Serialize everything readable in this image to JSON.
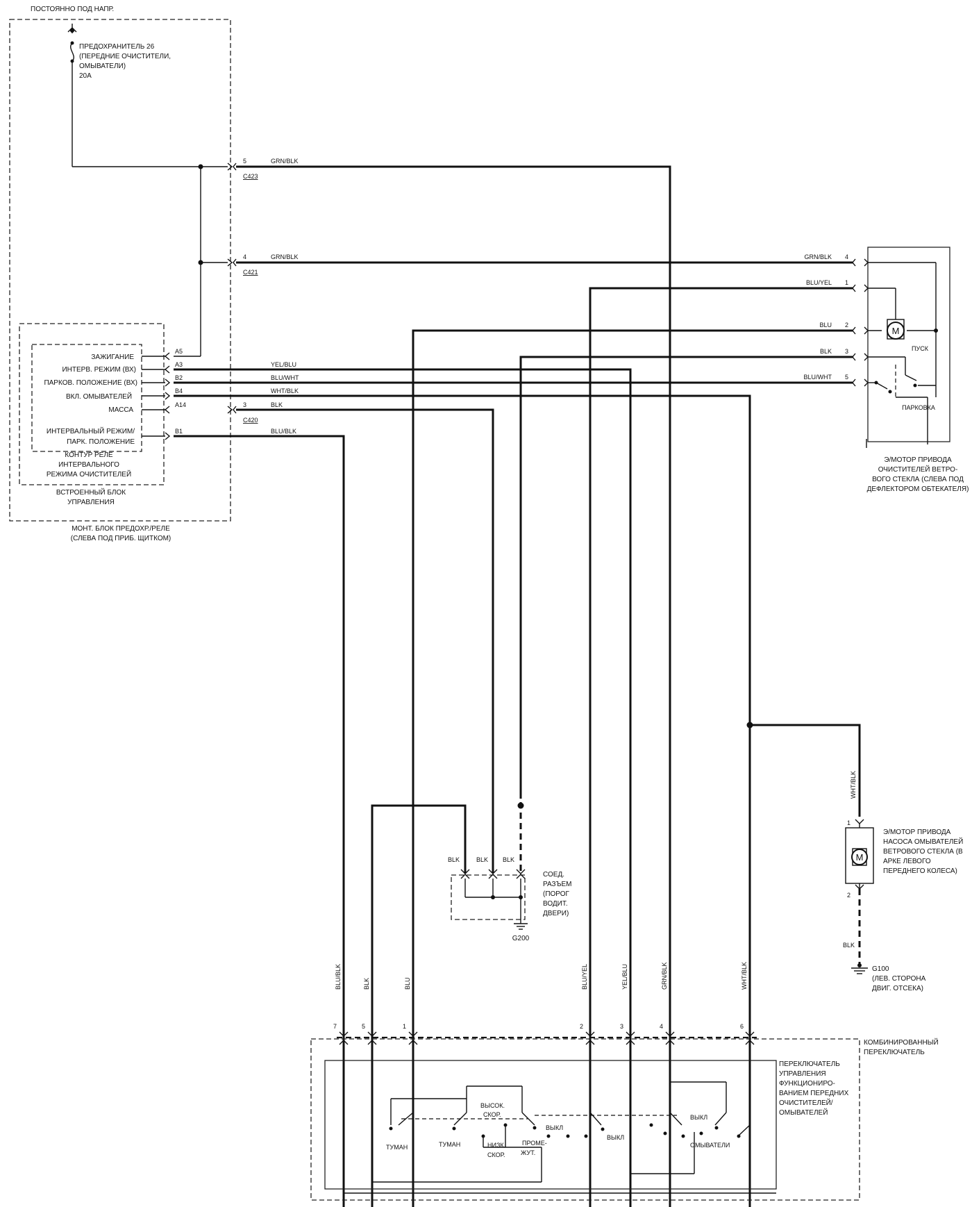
{
  "supply": {
    "always_hot": "ПОСТОЯННО ПОД НАПР.",
    "fuse": [
      "ПРЕДОХРАНИТЕЛЬ 26",
      "(ПЕРЕДНИЕ ОЧИСТИТЕЛИ,",
      "ОМЫВАТЕЛИ)",
      "20A"
    ]
  },
  "fuse_box": {
    "caption": [
      "МОНТ. БЛОК ПРЕДОХР./РЕЛЕ",
      "(СЛЕВА ПОД ПРИБ. ЩИТКОМ)"
    ],
    "control_unit": [
      "ВСТРОЕННЫЙ БЛОК",
      "УПРАВЛЕНИЯ"
    ],
    "relay_circuit": [
      "КОНТУР РЕЛЕ",
      "ИНТЕРВАЛЬНОГО",
      "РЕЖИМА ОЧИСТИТЕЛЕЙ"
    ],
    "inputs": [
      {
        "label": "ЗАЖИГАНИЕ",
        "pin": "A5"
      },
      {
        "label": "ИНТЕРВ. РЕЖИМ (ВХ)",
        "pin": "A3"
      },
      {
        "label": "ПАРКОВ. ПОЛОЖЕНИЕ (ВХ)",
        "pin": "B2"
      },
      {
        "label": "ВКЛ. ОМЫВАТЕЛЕЙ",
        "pin": "B4"
      },
      {
        "label": "МАССА",
        "pin": "A14"
      }
    ],
    "interval_label": [
      "ИНТЕРВАЛЬНЫЙ РЕЖИМ/",
      "ПАРК. ПОЛОЖЕНИЕ"
    ],
    "interval_pin": "B1"
  },
  "connectors": [
    {
      "name": "C423",
      "pin": "5",
      "wire": "GRN/BLK"
    },
    {
      "name": "C421",
      "pin": "4",
      "wire": "GRN/BLK"
    },
    {
      "name": "C420",
      "pin": "3",
      "wire": "BLK"
    }
  ],
  "bus_wires": [
    "YEL/BLU",
    "BLU/WHT",
    "WHT/BLK",
    "BLU/BLK"
  ],
  "wiper_motor": {
    "pins": [
      {
        "wire": "GRN/BLK",
        "pin": "4"
      },
      {
        "wire": "BLU/YEL",
        "pin": "1"
      },
      {
        "wire": "BLU",
        "pin": "2"
      },
      {
        "wire": "BLK",
        "pin": "3"
      },
      {
        "wire": "BLU/WHT",
        "pin": "5"
      }
    ],
    "motor": "M",
    "start": "ПУСК",
    "park": "ПАРКОВКА",
    "caption": [
      "Э/МОТОР ПРИВОДА",
      "ОЧИСТИТЕЛЕЙ ВЕТРО-",
      "ВОГО СТЕКЛА (СЛЕВА ПОД",
      "ДЕФЛЕКТОРОМ ОБТЕКАТЕЛЯ)"
    ]
  },
  "joint": {
    "wires": [
      "BLK",
      "BLK",
      "BLK"
    ],
    "caption": [
      "СОЕД.",
      "РАЗЪЕМ",
      "(ПОРОГ",
      "ВОДИТ.",
      "ДВЕРИ)"
    ],
    "ground": "G200"
  },
  "washer_motor": {
    "wire_top": "WHT/BLK",
    "pin_top": "1",
    "pin_bottom": "2",
    "wire_bottom": "BLK",
    "motor": "M",
    "caption": [
      "Э/МОТОР ПРИВОДА",
      "НАСОСА ОМЫВАТЕЛЕЙ",
      "ВЕТРОВОГО СТЕКЛА (В",
      "АРКЕ ЛЕВОГО",
      "ПЕРЕДНЕГО КОЛЕСА)"
    ],
    "ground": [
      "G100",
      "(ЛЕВ. СТОРОНА",
      "ДВИГ. ОТСЕКА)"
    ]
  },
  "combo_switch": {
    "pins": [
      {
        "wire": "BLU/BLK",
        "pin": "7"
      },
      {
        "wire": "BLK",
        "pin": "5"
      },
      {
        "wire": "BLU",
        "pin": "1"
      },
      {
        "wire": "BLU/YEL",
        "pin": "2"
      },
      {
        "wire": "YEL/BLU",
        "pin": "3"
      },
      {
        "wire": "GRN/BLK",
        "pin": "4"
      },
      {
        "wire": "WHT/BLK",
        "pin": "6"
      }
    ],
    "caption": [
      "КОМБИНИРОВАННЫЙ",
      "ПЕРЕКЛЮЧАТЕЛЬ"
    ],
    "inner_caption": [
      "ПЕРЕКЛЮЧАТЕЛЬ",
      "УПРАВЛЕНИЯ",
      "ФУНКЦИОНИРО-",
      "ВАНИЕМ ПЕРЕДНИХ",
      "ОЧИСТИТЕЛЕЙ/",
      "ОМЫВАТЕЛЕЙ"
    ],
    "positions": {
      "mist1": "ТУМАН",
      "mist2": "ТУМАН",
      "high": [
        "ВЫСОК.",
        "СКОР."
      ],
      "low": [
        "НИЗК.",
        "СКОР."
      ],
      "interval": [
        "ПРОМЕ-",
        "ЖУТ."
      ],
      "off1": "ВЫКЛ",
      "off2": "ВЫКЛ",
      "off3": "ВЫКЛ",
      "washers": "ОМЫВАТЕЛИ"
    }
  }
}
